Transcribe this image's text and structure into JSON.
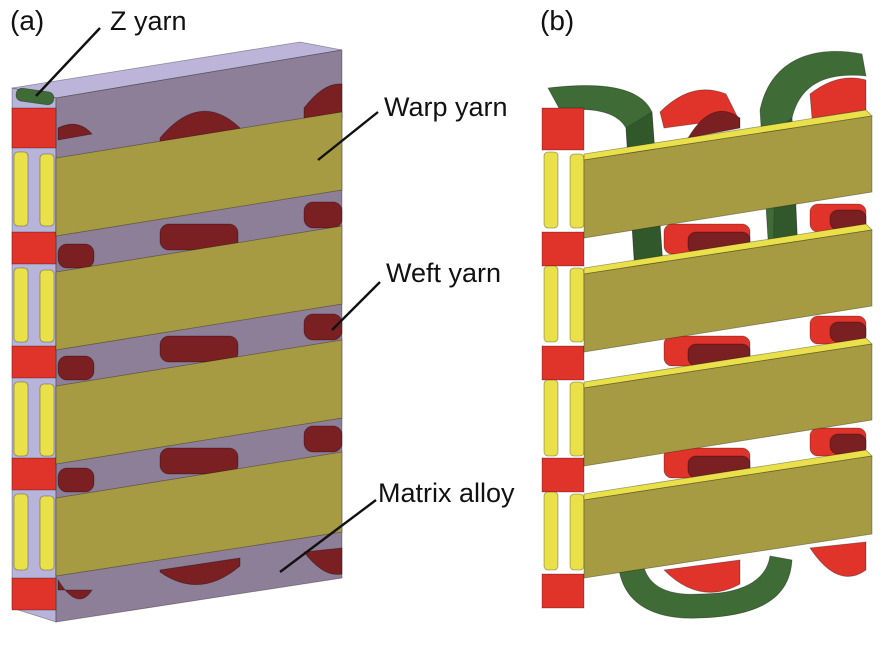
{
  "figure": {
    "panel_a": {
      "label": "(a)"
    },
    "panel_b": {
      "label": "(b)"
    },
    "callouts": {
      "z_yarn": "Z yarn",
      "warp_yarn": "Warp yarn",
      "weft_yarn": "Weft yarn",
      "matrix_alloy": "Matrix alloy"
    }
  },
  "colors": {
    "matrix_face": "#8d7f97",
    "matrix_top": "#bcb5d9",
    "matrix_side": "#b8b3d8",
    "warp_yarn": "#a69b43",
    "warp_yarn_edge": "#e9e04a",
    "weft_yarn": "#e0342b",
    "weft_yarn_dark": "#7a1f22",
    "z_yarn": "#3f6b36",
    "z_yarn_dark": "#244a22"
  }
}
